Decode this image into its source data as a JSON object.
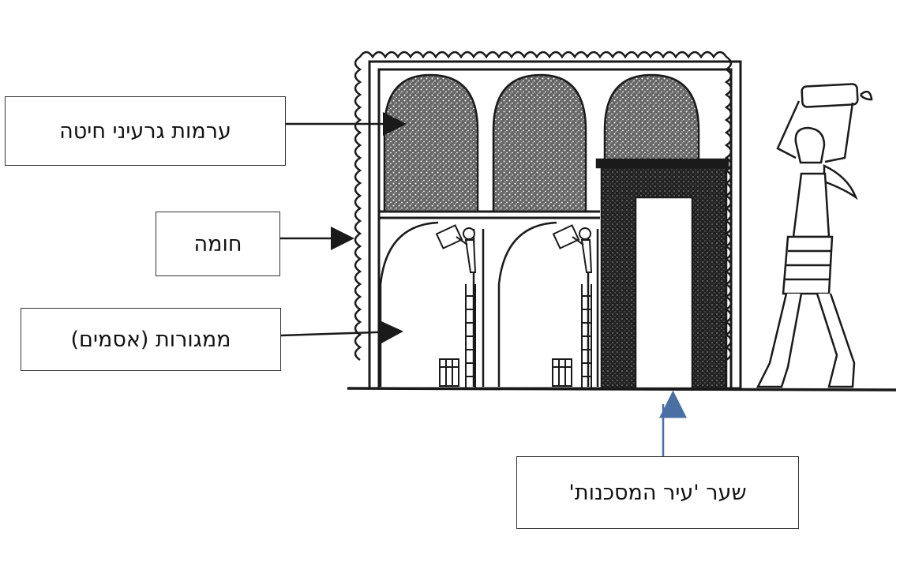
{
  "labels": {
    "grain": "ערמות גרעיני חיטה",
    "wall": "חומה",
    "stores": "ממגורות (אסמים)",
    "gate": "שער 'עיר המסכנות'"
  },
  "colors": {
    "ink": "#1a1a1a",
    "grain_fill": "#555555",
    "gate_arrow": "#4a6fa5",
    "box_border": "#333333"
  },
  "icons": {
    "granary": "egyptian-granary-drawing",
    "porter": "porter-carrying-sack-figure",
    "workers": "worker-on-ladder-figure"
  }
}
